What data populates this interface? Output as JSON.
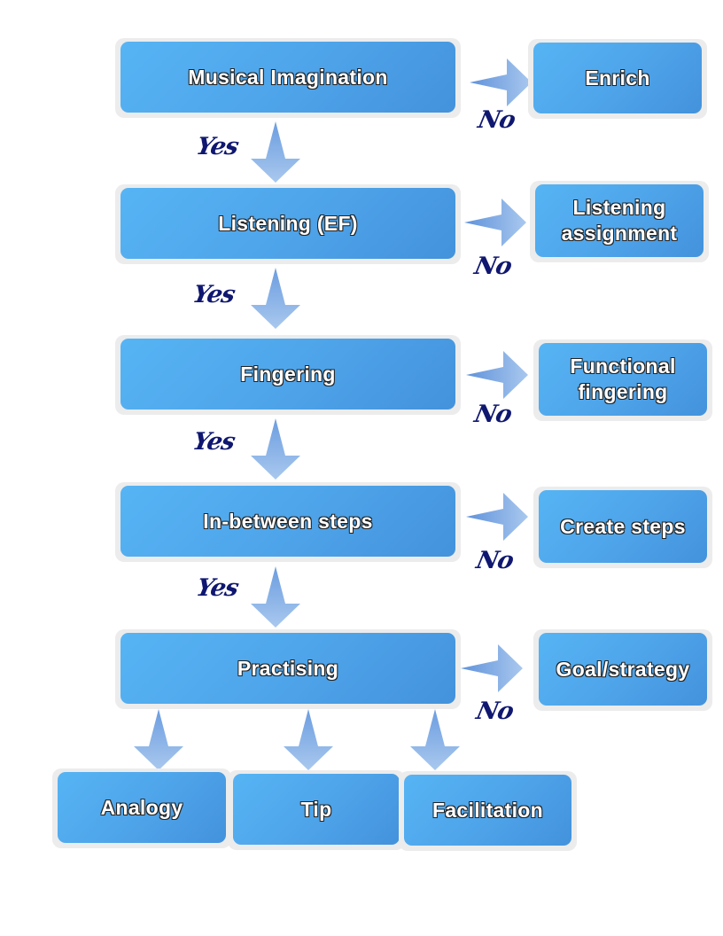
{
  "flowchart": {
    "main_steps": [
      {
        "label": "Musical Imagination",
        "yes_label": "Yes",
        "no_label": "No",
        "no_target": "Enrich"
      },
      {
        "label": "Listening (EF)",
        "yes_label": "Yes",
        "no_label": "No",
        "no_target": "Listening assignment"
      },
      {
        "label": "Fingering",
        "yes_label": "Yes",
        "no_label": "No",
        "no_target": "Functional fingering"
      },
      {
        "label": "In-between steps",
        "yes_label": "Yes",
        "no_label": "No",
        "no_target": "Create steps"
      },
      {
        "label": "Practising",
        "no_label": "No",
        "no_target": "Goal/strategy"
      }
    ],
    "outcomes": [
      "Analogy",
      "Tip",
      "Facilitation"
    ]
  },
  "colors": {
    "box_light": "#56b4f4",
    "box_dark": "#4392dc",
    "arrow": "#7aa7e0",
    "decision_text": "#0f1770"
  }
}
